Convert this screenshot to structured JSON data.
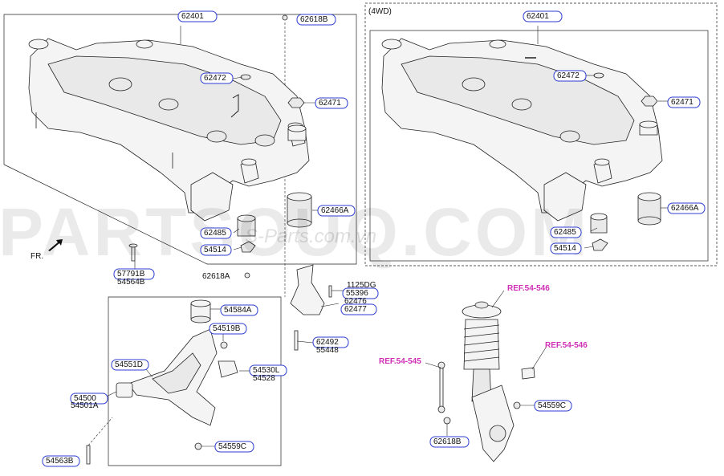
{
  "variant_label": "(4WD)",
  "front_label": "FR.",
  "watermark": {
    "main": "PARTSOUQ.COM",
    "sub": "S-Parts.com.vn"
  },
  "left_labels": [
    "62401",
    "62618B",
    "62472",
    "62471",
    "62466A",
    "62485",
    "54514",
    "62618A",
    "57791B",
    "54564B",
    "54584A",
    "54519B",
    "54551D",
    "54530L",
    "54528",
    "54500",
    "54501A",
    "54559C",
    "54563B",
    "62492",
    "55448",
    "1125DG",
    "55396",
    "62476",
    "62477"
  ],
  "right_labels": [
    "62401",
    "62472",
    "62471",
    "62466A",
    "62485",
    "54514",
    "54559C",
    "62618B"
  ],
  "refs": [
    "REF.54-546",
    "REF.54-545",
    "REF.54-546"
  ]
}
